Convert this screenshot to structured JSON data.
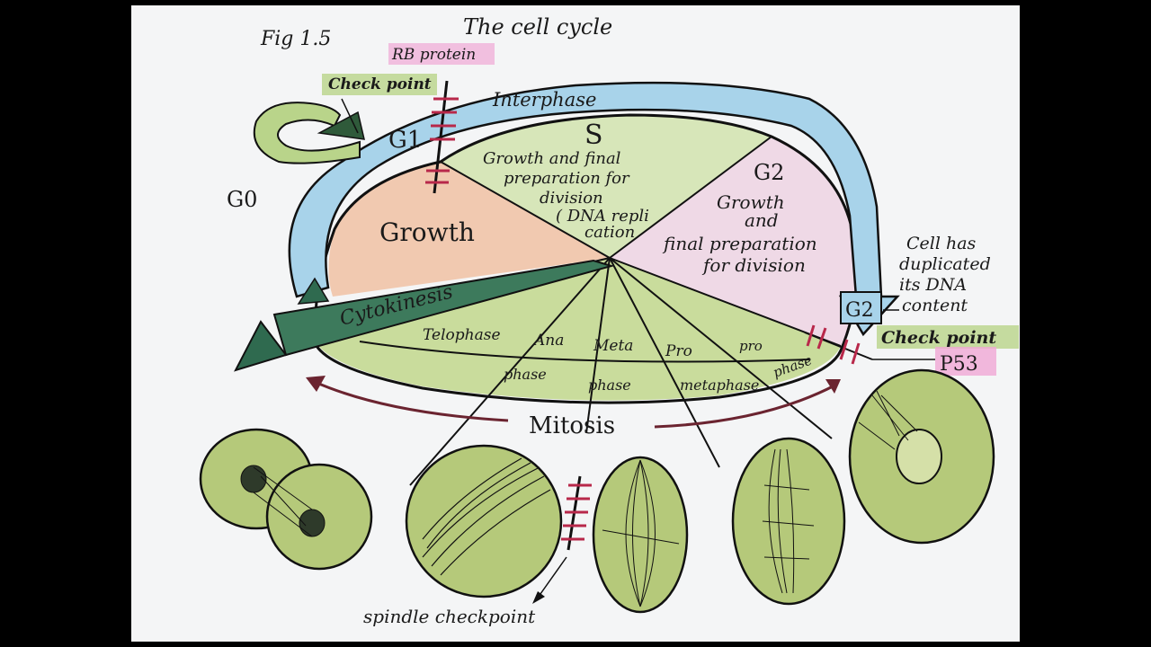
{
  "diagram": {
    "fig_label": "Fig 1.5",
    "title": "The cell cycle",
    "rb_protein": "RB protein",
    "checkpoint_g1": "Check point",
    "interphase": "Interphase",
    "g1": "G1",
    "g0": "G0",
    "s_phase": "S",
    "s_desc": [
      "Growth and final",
      "preparation for",
      "division",
      "( DNA repli",
      "cation"
    ],
    "growth": "Growth",
    "g2_top": "G2",
    "g2_desc": [
      "Growth",
      "and",
      "final preparation",
      "for division"
    ],
    "g2_box": "G2",
    "dna_note": [
      "Cell has",
      "duplicated",
      "its DNA",
      "content"
    ],
    "checkpoint_g2": "Check point",
    "p53": "P53",
    "cytokinesis": "Cytokinesis",
    "telophase": "Telophase",
    "ana": "Ana",
    "meta": "Meta",
    "pro": "Pro",
    "pro2": "pro",
    "phase1": "phase",
    "phase2": "phase",
    "metaphase": "metaphase",
    "phase3": "phase",
    "mitosis": "Mitosis",
    "spindle_checkpoint": "spindle checkpoint",
    "colors": {
      "interphase_arrow": "#a8d3ea",
      "mitosis_green": "#b9d48a",
      "growth_orange": "#f1c9b0",
      "s_green": "#d7e6b9",
      "g2_pink": "#efd9e6",
      "highlight_pink": "#f0a8d6",
      "checkpoint_red": "#b8284a",
      "cell_green": "#b5c97a"
    }
  }
}
